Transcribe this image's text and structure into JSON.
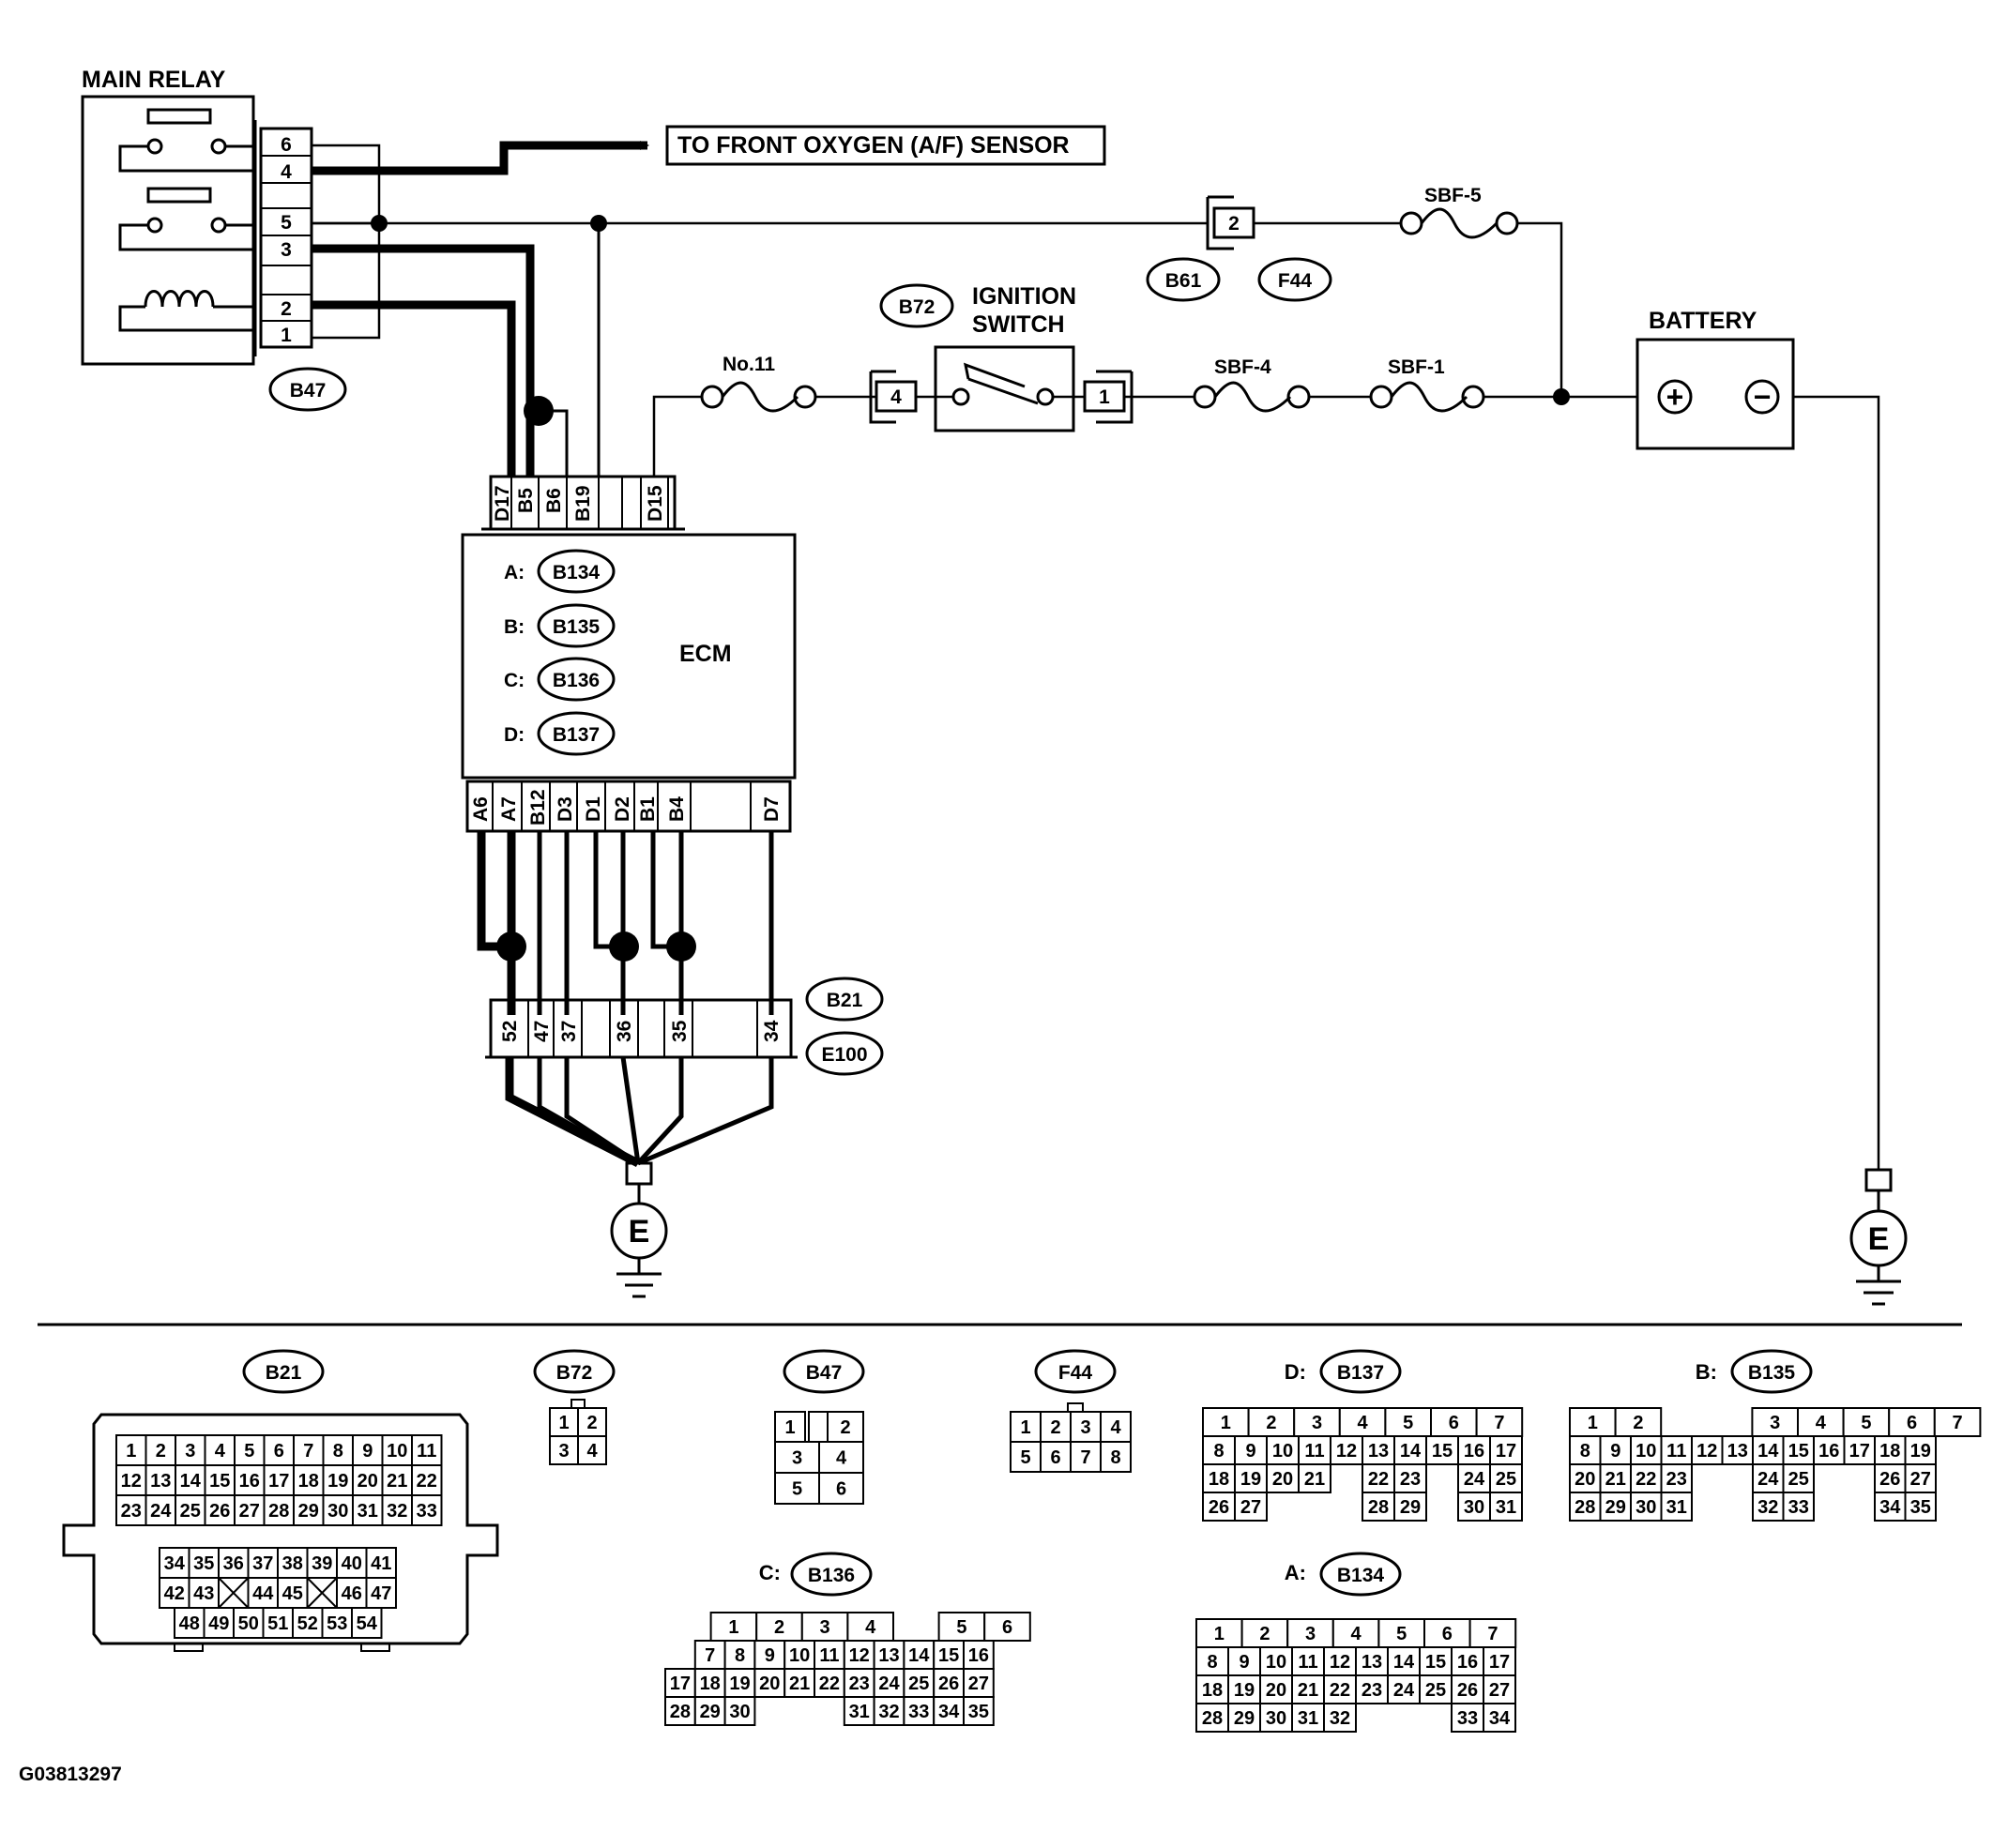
{
  "title": "",
  "labels": {
    "main_relay": "MAIN RELAY",
    "to_sensor": "TO FRONT OXYGEN (A/F) SENSOR",
    "ignition_switch_1": "IGNITION",
    "ignition_switch_2": "SWITCH",
    "battery": "BATTERY",
    "ecm": "ECM",
    "fuse_no11": "No.11",
    "sbf5": "SBF-5",
    "sbf4": "SBF-4",
    "sbf1": "SBF-1",
    "ground_left": "E",
    "ground_right": "E",
    "plus": "+",
    "minus": "−",
    "figure_id": "G03813297"
  },
  "connector_codes": {
    "b47": "B47",
    "b61": "B61",
    "f44": "F44",
    "b72": "B72",
    "b134": "B134",
    "b135": "B135",
    "b136": "B136",
    "b137": "B137",
    "b21": "B21",
    "e100": "E100"
  },
  "ecm_prefixes": {
    "a": "A:",
    "b": "B:",
    "c": "C:",
    "d": "D:"
  },
  "relay_pins": [
    "6",
    "4",
    "5",
    "3",
    "2",
    "1"
  ],
  "ecm_top_pins": [
    "D17",
    "B5",
    "B6",
    "B19",
    "D15"
  ],
  "ecm_bottom_pins": [
    "A6",
    "A7",
    "B12",
    "D3",
    "D1",
    "D2",
    "B1",
    "B4",
    "D7"
  ],
  "joint_pins": [
    "52",
    "47",
    "37",
    "36",
    "35",
    "34"
  ],
  "switch_pins": {
    "left": "4",
    "right": "1",
    "b61_pin": "2"
  },
  "legend": {
    "b21": {
      "code": "B21",
      "row1": [
        "1",
        "2",
        "3",
        "4",
        "5",
        "6",
        "7",
        "8",
        "9",
        "10",
        "11"
      ],
      "row2": [
        "12",
        "13",
        "14",
        "15",
        "16",
        "17",
        "18",
        "19",
        "20",
        "21",
        "22"
      ],
      "row3": [
        "23",
        "24",
        "25",
        "26",
        "27",
        "28",
        "29",
        "30",
        "31",
        "32",
        "33"
      ],
      "row4": [
        "34",
        "35",
        "36",
        "37",
        "38",
        "39",
        "40",
        "41"
      ],
      "row5": [
        "42",
        "43",
        "",
        "44",
        "45",
        "",
        "46",
        "47"
      ],
      "row6": [
        "48",
        "49",
        "50",
        "51",
        "52",
        "53",
        "54"
      ]
    },
    "b72": {
      "code": "B72",
      "cells": [
        "1",
        "2",
        "3",
        "4"
      ]
    },
    "b47": {
      "code": "B47",
      "cells": [
        "1",
        "",
        "2",
        "3",
        "4",
        "5",
        "6"
      ]
    },
    "f44": {
      "code": "F44",
      "cells": [
        "1",
        "2",
        "3",
        "4",
        "5",
        "6",
        "7",
        "8"
      ]
    },
    "d137": {
      "prefix": "D:",
      "code": "B137",
      "rows": [
        [
          "1",
          "2",
          "3",
          "4",
          "5",
          "6",
          "7"
        ],
        [
          "8",
          "9",
          "10",
          "11",
          "12",
          "13",
          "14",
          "15",
          "16",
          "17"
        ],
        [
          "18",
          "19",
          "20",
          "21",
          "",
          "22",
          "23",
          "",
          "24",
          "25"
        ],
        [
          "26",
          "27",
          "",
          "",
          "",
          "28",
          "29",
          "",
          "30",
          "31"
        ]
      ]
    },
    "b135": {
      "prefix": "B:",
      "code": "B135",
      "rows": [
        [
          "1",
          "2",
          "",
          "",
          "3",
          "4",
          "5",
          "6",
          "7"
        ],
        [
          "8",
          "9",
          "10",
          "11",
          "12",
          "13",
          "14",
          "15",
          "16",
          "17",
          "18",
          "19"
        ],
        [
          "20",
          "21",
          "22",
          "23",
          "",
          "",
          "24",
          "25",
          "",
          "",
          "26",
          "27"
        ],
        [
          "28",
          "29",
          "30",
          "31",
          "",
          "",
          "32",
          "33",
          "",
          "",
          "34",
          "35"
        ]
      ]
    },
    "c136": {
      "prefix": "C:",
      "code": "B136",
      "rows": [
        [
          "",
          "1",
          "2",
          "3",
          "4",
          "",
          "5",
          "6"
        ],
        [
          "",
          "7",
          "8",
          "9",
          "10",
          "11",
          "12",
          "13",
          "14",
          "15",
          "16"
        ],
        [
          "17",
          "18",
          "19",
          "20",
          "21",
          "22",
          "23",
          "24",
          "25",
          "26",
          "27"
        ],
        [
          "28",
          "29",
          "30",
          "",
          "",
          "",
          "31",
          "32",
          "33",
          "34",
          "35"
        ]
      ]
    },
    "a134": {
      "prefix": "A:",
      "code": "B134",
      "rows": [
        [
          "1",
          "2",
          "3",
          "4",
          "5",
          "6",
          "7"
        ],
        [
          "8",
          "9",
          "10",
          "11",
          "12",
          "13",
          "14",
          "15",
          "16",
          "17"
        ],
        [
          "18",
          "19",
          "20",
          "21",
          "22",
          "23",
          "24",
          "25",
          "26",
          "27"
        ],
        [
          "28",
          "29",
          "30",
          "31",
          "32",
          "",
          "",
          "",
          "33",
          "34"
        ]
      ]
    }
  }
}
